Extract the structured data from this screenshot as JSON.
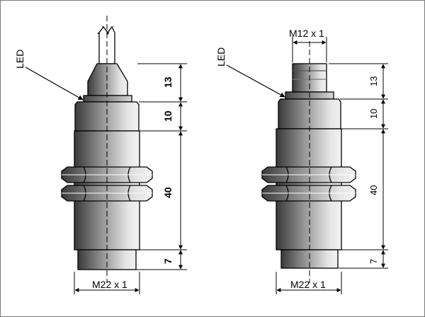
{
  "colors": {
    "background": "#ffffff",
    "body_dark": "#3e3e3e",
    "body_light": "#e6e6e6",
    "nut_fill": "#cfcfcf",
    "outline": "#000000"
  },
  "left_sensor": {
    "led_label": "LED",
    "thread_label": "M22 x 1",
    "dimensions": [
      "13",
      "10",
      "40",
      "7"
    ]
  },
  "right_sensor": {
    "led_label": "LED",
    "connector_label": "M12 x 1",
    "thread_label": "M22 x 1",
    "dimensions": [
      "13",
      "10",
      "40",
      "7"
    ]
  }
}
